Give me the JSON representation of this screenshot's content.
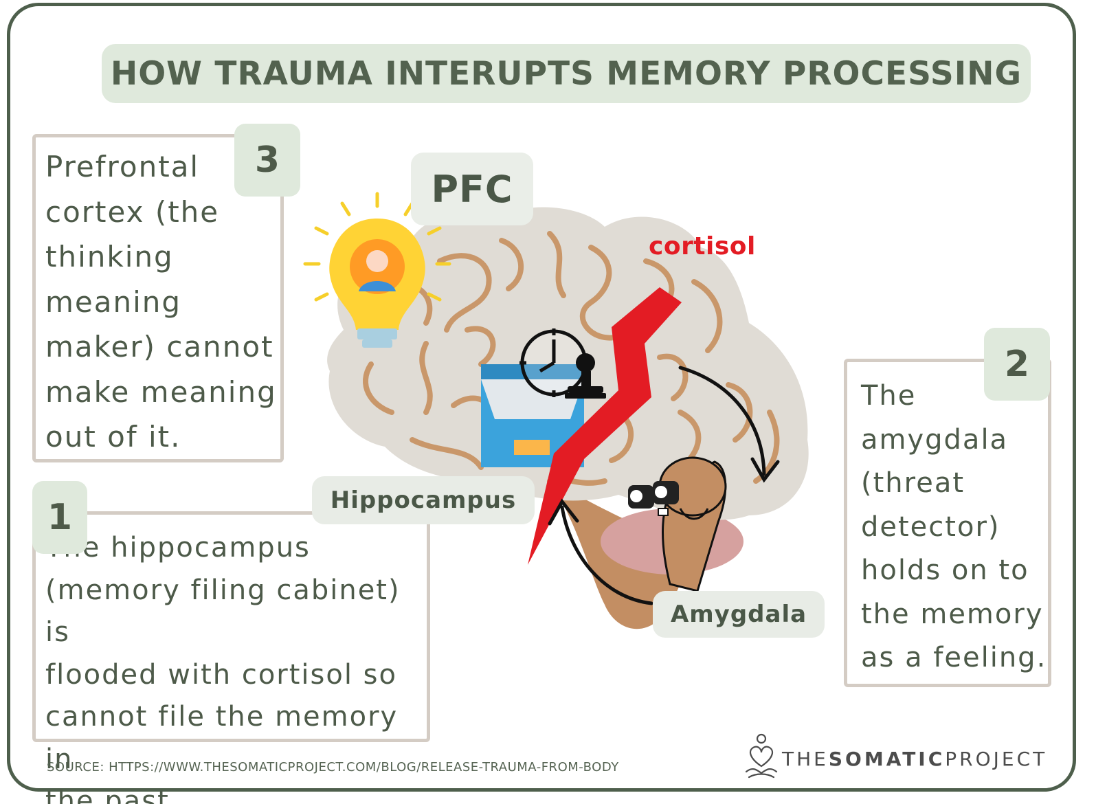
{
  "title": "HOW TRAUMA INTERUPTS MEMORY PROCESSING",
  "steps": {
    "three": {
      "number": "3",
      "text": "Prefrontal\ncortex (the\nthinking\nmeaning\nmaker) cannot\nmake meaning\nout of it."
    },
    "one": {
      "number": "1",
      "text": "    The hippocampus\n(memory filing cabinet) is\nflooded with cortisol so\ncannot file the memory in\nthe past."
    },
    "two": {
      "number": "2",
      "text": "The\namygdala\n(threat\ndetector)\nholds on to\nthe memory\nas a feeling."
    }
  },
  "labels": {
    "pfc": "PFC",
    "hippocampus": "Hippocampus",
    "amygdala": "Amygdala",
    "cortisol": "cortisol"
  },
  "source": "SOURCE:  HTTPS://WWW.THESOMATICPROJECT.COM/BLOG/RELEASE-TRAUMA-FROM-BODY",
  "brand": {
    "prefix": "THE",
    "bold": "SOMATIC",
    "suffix": "PROJECT"
  },
  "colors": {
    "frame": "#4e5f4c",
    "title_bg": "#dfe9dc",
    "brain": "#e0dcd5",
    "folds": "#c9976a",
    "cortisol": "#e31c24",
    "amygdala_spot": "#d6a19f"
  },
  "icons": [
    "lightbulb-person-icon",
    "filing-cabinet-icon",
    "clock-icon",
    "stamp-icon",
    "lightning-bolt-icon",
    "binoculars-figure-icon",
    "lotus-heart-logo-icon"
  ]
}
